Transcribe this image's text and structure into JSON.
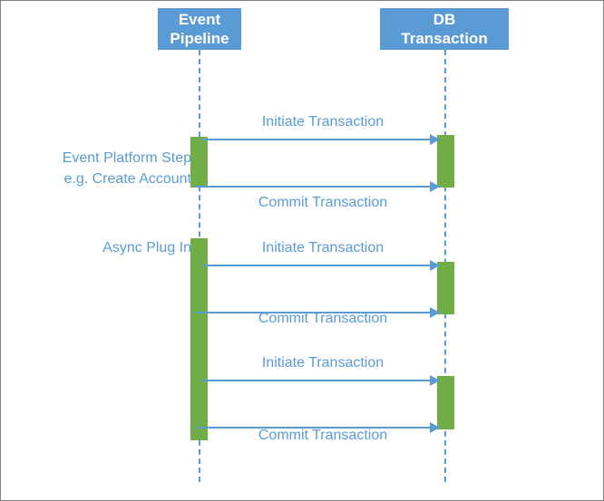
{
  "diagram": {
    "type": "sequence-diagram",
    "colors": {
      "participant_fill": "#5B9BD5",
      "participant_text": "#FFFFFF",
      "activation_fill": "#70AD47",
      "message_line": "#5B9BD5",
      "message_text": "#5B9BD5",
      "lifeline": "#5B9BD5",
      "canvas": "#FFFFFF",
      "border": "#808080"
    },
    "participants": [
      {
        "id": "event-pipeline",
        "label": "Event\nPipeline"
      },
      {
        "id": "db-transaction",
        "label": "DB\nTransaction"
      }
    ],
    "annotations": [
      {
        "id": "event-platform-step",
        "label": "Event Platform Step\ne.g. Create Account"
      },
      {
        "id": "async-plug-in",
        "label": "Async Plug In"
      }
    ],
    "messages": [
      {
        "id": "msg-1",
        "label": "Initiate Transaction",
        "direction": "right",
        "from": "event-pipeline",
        "to": "db-transaction"
      },
      {
        "id": "msg-2",
        "label": "Commit Transaction",
        "direction": "right",
        "from": "event-pipeline",
        "to": "db-transaction"
      },
      {
        "id": "msg-3",
        "label": "Initiate Transaction",
        "direction": "right",
        "from": "event-pipeline",
        "to": "db-transaction"
      },
      {
        "id": "msg-4",
        "label": "Commit Transaction",
        "direction": "right",
        "from": "event-pipeline",
        "to": "db-transaction"
      },
      {
        "id": "msg-5",
        "label": "Initiate Transaction",
        "direction": "right",
        "from": "event-pipeline",
        "to": "db-transaction"
      },
      {
        "id": "msg-6",
        "label": "Commit Transaction",
        "direction": "right",
        "from": "event-pipeline",
        "to": "db-transaction"
      }
    ]
  }
}
